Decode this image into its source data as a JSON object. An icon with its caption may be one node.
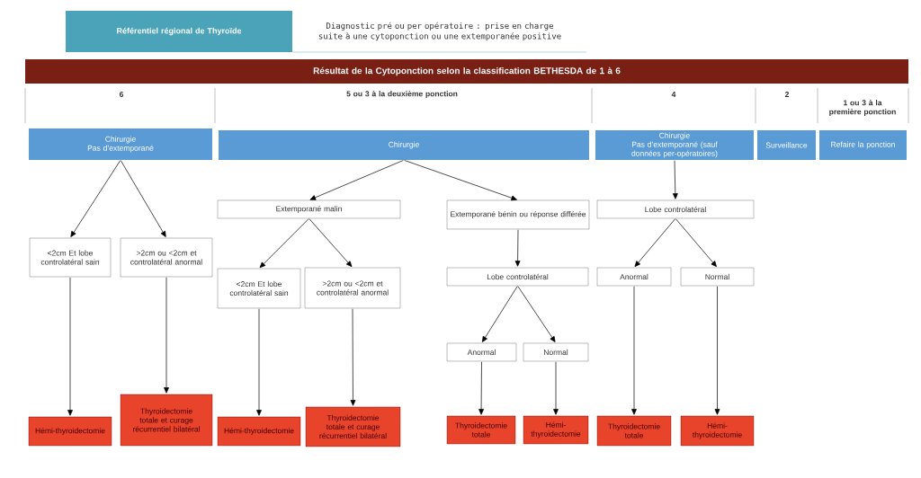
{
  "diagram": {
    "nodes": [
      {
        "text": [
          "Référentiel régional de Thyroïde"
        ]
      },
      {
        "text": [
          "Résultat de la Cytoponction selon la classification BETHESDA de 1 à 6"
        ]
      },
      {
        "text": [
          "Chirurgie",
          "Pas d’extemporané"
        ]
      },
      {
        "text": [
          "Chirurgie"
        ]
      },
      {
        "text": [
          "Chirurgie",
          "Pas d’extemporané (sauf données per-opératoires)"
        ]
      },
      {
        "text": [
          "Surveillance"
        ]
      },
      {
        "text": [
          "Refaire la ponction"
        ]
      },
      {
        "text": [
          "Extemporané malin"
        ]
      },
      {
        "text": [
          "Extemporané bénin ou réponse différée"
        ]
      },
      {
        "text": [
          "Lobe controlatéral"
        ]
      },
      {
        "text": [
          "<2cm Et lobe controlatéral sain"
        ]
      },
      {
        "text": [
          ">2cm ou <2cm et controlatéral anormal"
        ]
      },
      {
        "text": [
          "<2cm Et lobe controlatéral sain"
        ]
      },
      {
        "text": [
          ">2cm ou <2cm et controlatéral anormal"
        ]
      },
      {
        "text": [
          "Lobe controlatéral"
        ]
      },
      {
        "text": [
          "Anormal"
        ]
      },
      {
        "text": [
          "Normal"
        ]
      },
      {
        "text": [
          "Anormal"
        ]
      },
      {
        "text": [
          "Normal"
        ]
      },
      {
        "text": [
          "Thyroidectomie totale et curage récurrentiel bilatéral"
        ]
      },
      {
        "text": [
          "Thyroidectomie totale et curage récurrentiel bilatéral"
        ]
      },
      {
        "text": [
          "Hémi-thyroidectomie"
        ]
      },
      {
        "text": [
          "Hémi-thyroidectomie"
        ]
      },
      {
        "text": [
          "Thyroidectomie totale"
        ]
      },
      {
        "text": [
          "Hémi-thyroidectomie"
        ]
      },
      {
        "text": [
          "Thyroidectomie totale"
        ]
      },
      {
        "text": [
          "Hémi-thyroidectomie"
        ]
      }
    ],
    "edges": [
      {
        "from": 2,
        "to": 10,
        "arrow": "to"
      },
      {
        "from": 2,
        "to": 11,
        "arrow": "to"
      },
      {
        "from": 10,
        "to": 21,
        "arrow": "to"
      },
      {
        "from": 11,
        "to": 19,
        "arrow": "to"
      },
      {
        "from": 3,
        "to": 7,
        "arrow": "to"
      },
      {
        "from": 3,
        "to": 8,
        "arrow": "to"
      },
      {
        "from": 7,
        "to": 12,
        "arrow": "to"
      },
      {
        "from": 7,
        "to": 13,
        "arrow": "to"
      },
      {
        "from": 12,
        "to": 22,
        "arrow": "to"
      },
      {
        "from": 13,
        "to": 20,
        "arrow": "to"
      },
      {
        "from": 8,
        "to": 14,
        "arrow": "to"
      },
      {
        "from": 14,
        "to": 15,
        "arrow": "to"
      },
      {
        "from": 14,
        "to": 16,
        "arrow": "to"
      },
      {
        "from": 15,
        "to": 23,
        "arrow": "to"
      },
      {
        "from": 16,
        "to": 24,
        "arrow": "to"
      },
      {
        "from": 4,
        "to": 9,
        "arrow": "to"
      },
      {
        "from": 9,
        "to": 17,
        "arrow": "to"
      },
      {
        "from": 9,
        "to": 18,
        "arrow": "to"
      },
      {
        "from": 17,
        "to": 25,
        "arrow": "to"
      },
      {
        "from": 18,
        "to": 26,
        "arrow": "to"
      }
    ],
    "labels": [
      "Diagnostic pré ou per opératoire : prise en charge suite à une cytoponction ou une extemporanée positive",
      "6",
      "5 ou 3 à la deuxième ponction",
      "4",
      "2",
      "1 ou 3 à la première ponction"
    ]
  }
}
